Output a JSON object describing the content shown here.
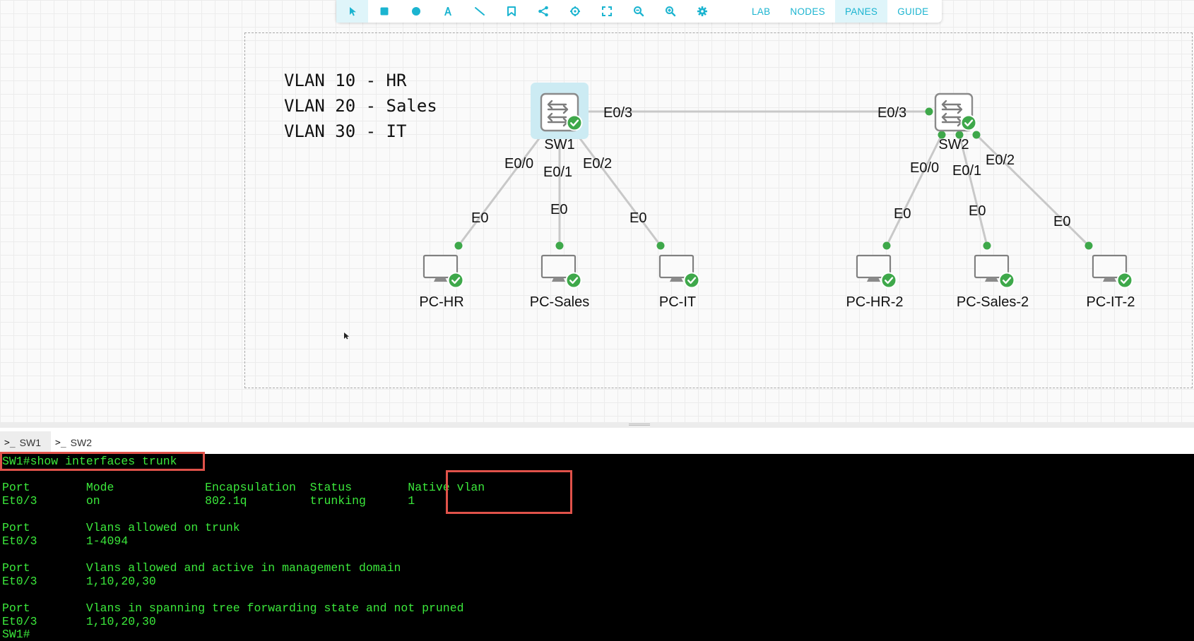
{
  "toolbar": {
    "tools": [
      "select-tool-icon",
      "rectangle-tool-icon",
      "ellipse-tool-icon",
      "text-tool-icon",
      "line-tool-icon",
      "crop-tool-icon",
      "link-tool-icon",
      "center-tool-icon",
      "fit-screen-icon",
      "zoom-out-icon",
      "zoom-in-icon",
      "settings-icon"
    ],
    "menus": [
      "LAB",
      "NODES",
      "PANES",
      "GUIDE"
    ],
    "active_menu": "PANES",
    "accent": "#1bb4d0"
  },
  "legend": [
    "VLAN 10 - HR",
    "VLAN 20 - Sales",
    "VLAN 30 - IT"
  ],
  "topology": {
    "switches": [
      "SW1",
      "SW2"
    ],
    "pcs": [
      "PC-HR",
      "PC-Sales",
      "PC-IT",
      "PC-HR-2",
      "PC-Sales-2",
      "PC-IT-2"
    ],
    "trunk_labels": [
      "E0/3",
      "E0/3"
    ],
    "sw1_ports": [
      "E0/0",
      "E0/1",
      "E0/2"
    ],
    "sw2_ports": [
      "E0/0",
      "E0/1",
      "E0/2"
    ],
    "pc_ports": [
      "E0",
      "E0",
      "E0",
      "E0",
      "E0",
      "E0"
    ],
    "status_color": "#3ea84a"
  },
  "console": {
    "tabs": [
      "SW1",
      "SW2"
    ],
    "active_tab": "SW1",
    "prompt_icon": ">_",
    "lines": [
      "SW1#show interfaces trunk",
      "",
      "Port        Mode             Encapsulation  Status        Native vlan",
      "Et0/3       on               802.1q         trunking      1",
      "",
      "Port        Vlans allowed on trunk",
      "Et0/3       1-4094",
      "",
      "Port        Vlans allowed and active in management domain",
      "Et0/3       1,10,20,30",
      "",
      "Port        Vlans in spanning tree forwarding state and not pruned",
      "Et0/3       1,10,20,30",
      "SW1#"
    ],
    "highlight_color": "#e0524a"
  }
}
